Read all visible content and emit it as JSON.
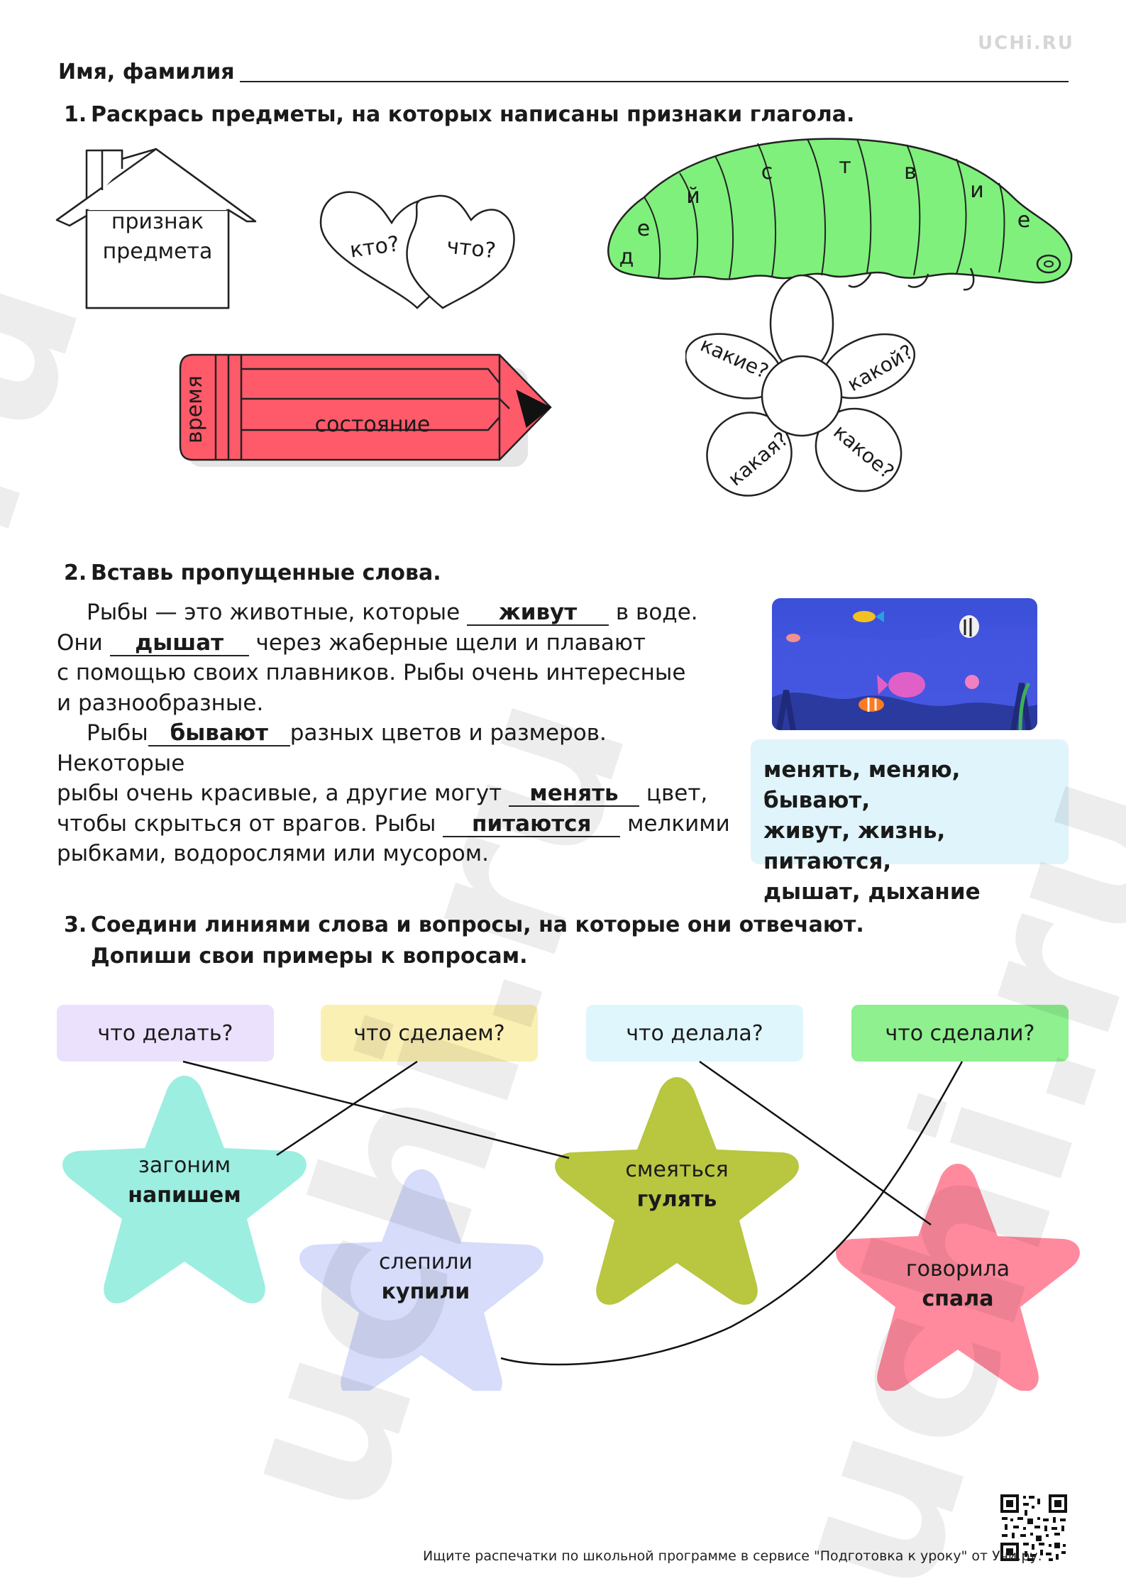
{
  "header": {
    "brand": "UCHi.RU",
    "name_label": "Имя, фамилия"
  },
  "watermark": {
    "text": "uchi.ru"
  },
  "task1": {
    "number": "1.",
    "title": "Раскрась предметы, на которых написаны признаки глагола.",
    "house": {
      "line1": "признак",
      "line2": "предмета",
      "color": "#ffffff"
    },
    "hearts": {
      "left": "кто?",
      "right": "что?"
    },
    "caterpillar": {
      "letters": [
        "д",
        "е",
        "й",
        "с",
        "т",
        "в",
        "и",
        "е"
      ],
      "color": "#7ff07c"
    },
    "pencil": {
      "side": "время",
      "body": "состояние",
      "color": "#ff5a6a"
    },
    "flower": {
      "petals": [
        "какие?",
        "какой?",
        "какая?",
        "какое?"
      ]
    }
  },
  "task2": {
    "number": "2.",
    "title": "Вставь пропущенные слова.",
    "story": {
      "s1_a": "Рыбы — это животные, которые",
      "s1_blank": "живут",
      "s1_b": "в воде.",
      "s2_a": "Они",
      "s2_blank": "дышат",
      "s2_b": "через жаберные щели и плавают",
      "s3": "с помощью своих плавников. Рыбы очень интересные",
      "s4": "и разнообразные.",
      "s5_a": "Рыбы",
      "s5_blank": "бывают",
      "s5_b": "разных цветов и размеров. Некоторые",
      "s6_a": "рыбы очень красивые, а другие могут",
      "s6_blank": "менять",
      "s6_b": "цвет,",
      "s7_a": "чтобы скрыться от врагов. Рыбы",
      "s7_blank": "питаются",
      "s7_b": "мелкими",
      "s8": "рыбками, водорослями или мусором."
    },
    "word_bank": {
      "line1": "менять, меняю, бывают,",
      "line2": "живут, жизнь, питаются,",
      "line3": "дышат, дыхание"
    }
  },
  "task3": {
    "number": "3.",
    "title_line1": "Соедини линиями слова и вопросы, на которые они отвечают.",
    "title_line2": "Допиши свои примеры к вопросам.",
    "questions": [
      {
        "label": "что делать?",
        "color": "#ebe1fc"
      },
      {
        "label": "что сделаем?",
        "color": "#fbf0b4"
      },
      {
        "label": "что делала?",
        "color": "#dff6fc"
      },
      {
        "label": "что сделали?",
        "color": "#8ef08e"
      }
    ],
    "stars": [
      {
        "word": "загоним",
        "example": "напишем",
        "color": "#9ceee0"
      },
      {
        "word": "слепили",
        "example": "купили",
        "color": "#d6dcfa"
      },
      {
        "word": "смеяться",
        "example": "гулять",
        "color": "#b8c640"
      },
      {
        "word": "говорила",
        "example": "спала",
        "color": "#ff8a9e"
      }
    ]
  },
  "footer": {
    "text": "Ищите распечатки по школьной программе в сервисе \"Подготовка к уроку\" от Учи.ру."
  }
}
